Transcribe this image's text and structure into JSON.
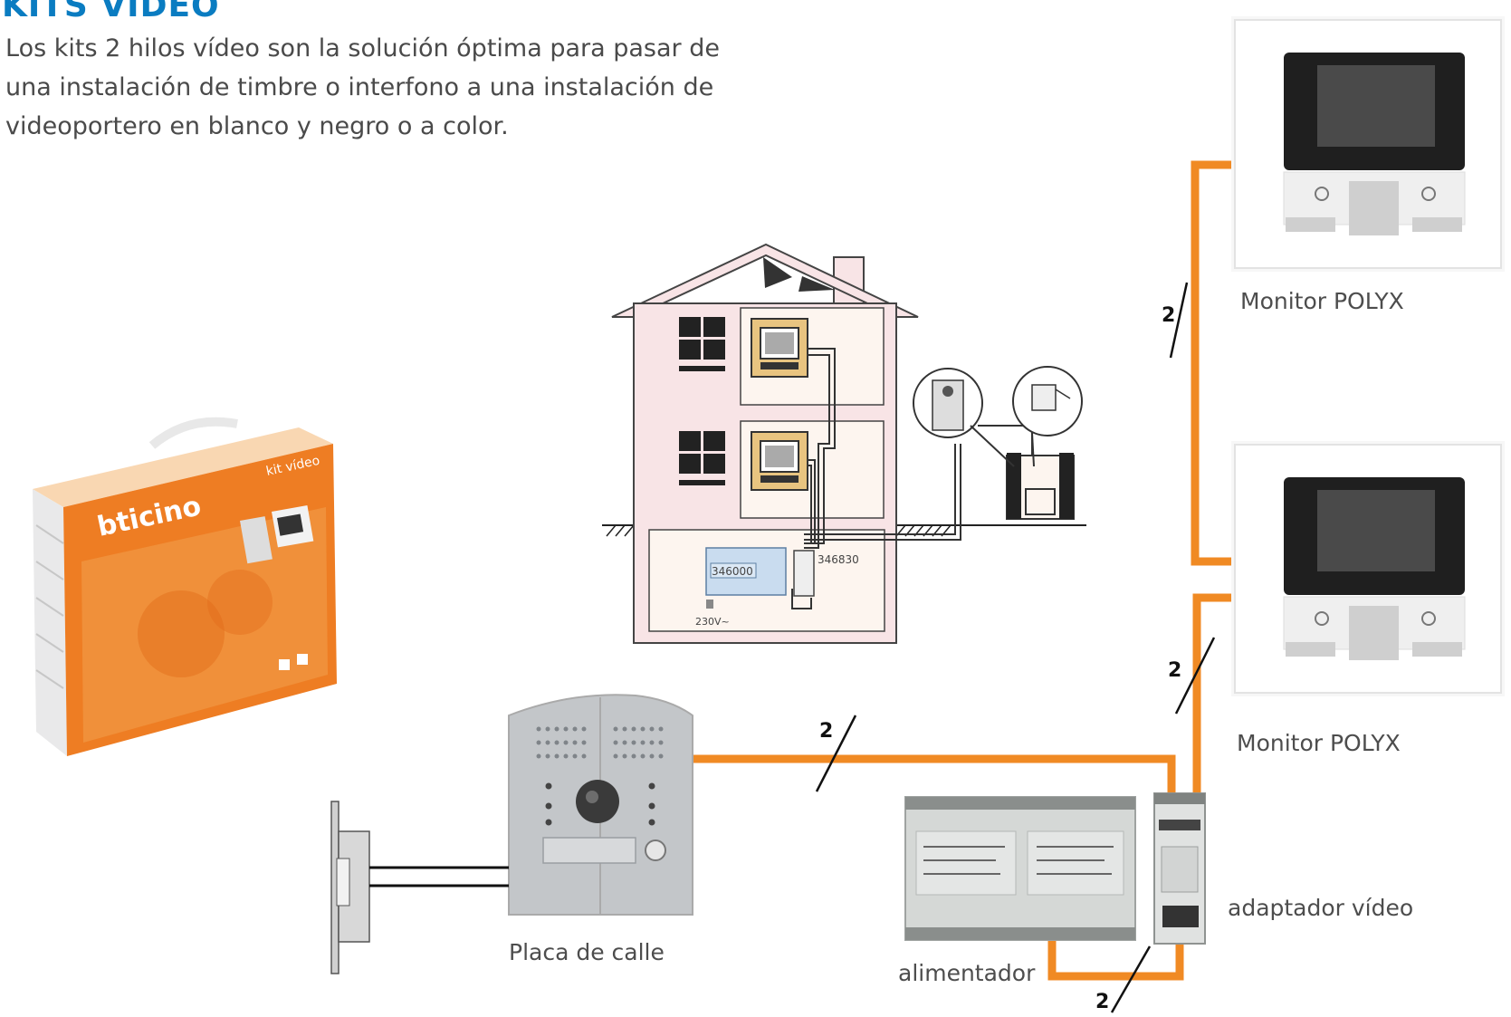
{
  "header": {
    "title": "KITS VÍDEO",
    "intro_lines": [
      "Los kits 2 hilos vídeo son la solución óptima para pasar de",
      "una instalación de timbre o interfono a una instalación de",
      "videoportero en blanco y negro o a color."
    ]
  },
  "kit_box": {
    "brand": "bticino",
    "product": "kit vídeo"
  },
  "house_diagram": {
    "code_power": "346000",
    "code_adapter": "346830",
    "mains": "230V~"
  },
  "labels": {
    "monitor_top": "Monitor POLYX",
    "monitor_bottom": "Monitor POLYX",
    "street_panel": "Placa de calle",
    "power_supply": "alimentador",
    "video_adapter": "adaptador vídeo"
  },
  "wire_counts": {
    "monitor_link": "2",
    "monitor_feed": "2",
    "panel_line": "2",
    "supply_link": "2"
  },
  "colors": {
    "wire": "#f08a24",
    "title": "#0a7cc1",
    "house_wall": "#f8e4e6"
  }
}
